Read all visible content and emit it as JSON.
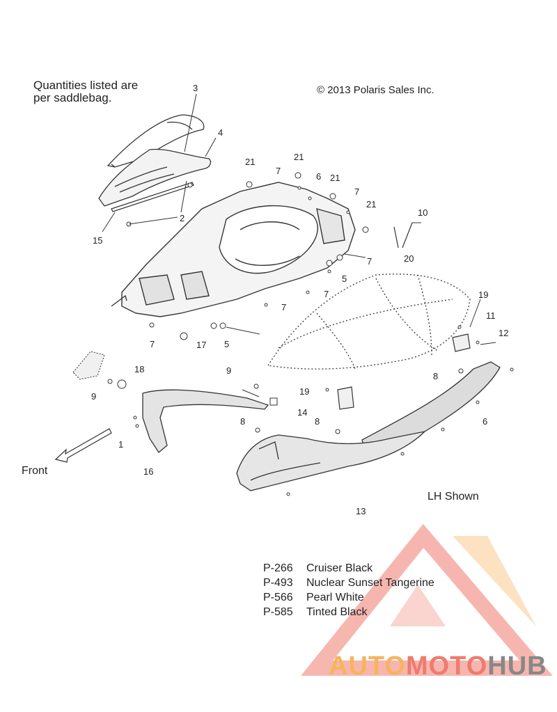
{
  "notes": {
    "quantities_line1": "Quantities listed are",
    "quantities_line2": "per saddlebag.",
    "copyright": "© 2013 Polaris Sales Inc.",
    "view": "LH Shown",
    "front": "Front"
  },
  "callouts": [
    {
      "id": "c3",
      "label": "3"
    },
    {
      "id": "c4",
      "label": "4"
    },
    {
      "id": "c2",
      "label": "2"
    },
    {
      "id": "c15",
      "label": "15"
    },
    {
      "id": "c21a",
      "label": "21"
    },
    {
      "id": "c21b",
      "label": "21"
    },
    {
      "id": "c21c",
      "label": "21"
    },
    {
      "id": "c21d",
      "label": "21"
    },
    {
      "id": "c7a",
      "label": "7"
    },
    {
      "id": "c6a",
      "label": "6"
    },
    {
      "id": "c7b",
      "label": "7"
    },
    {
      "id": "c10",
      "label": "10"
    },
    {
      "id": "c20",
      "label": "20"
    },
    {
      "id": "c7c",
      "label": "7"
    },
    {
      "id": "c5a",
      "label": "5"
    },
    {
      "id": "c7d",
      "label": "7"
    },
    {
      "id": "c7e",
      "label": "7"
    },
    {
      "id": "c19a",
      "label": "19"
    },
    {
      "id": "c11",
      "label": "11"
    },
    {
      "id": "c12",
      "label": "12"
    },
    {
      "id": "c7f",
      "label": "7"
    },
    {
      "id": "c17",
      "label": "17"
    },
    {
      "id": "c5b",
      "label": "5"
    },
    {
      "id": "c18",
      "label": "18"
    },
    {
      "id": "c9a",
      "label": "9"
    },
    {
      "id": "c9b",
      "label": "9"
    },
    {
      "id": "c8a",
      "label": "8"
    },
    {
      "id": "c19b",
      "label": "19"
    },
    {
      "id": "c14",
      "label": "14"
    },
    {
      "id": "c6b",
      "label": "6"
    },
    {
      "id": "c8b",
      "label": "8"
    },
    {
      "id": "c8c",
      "label": "8"
    },
    {
      "id": "c1",
      "label": "1"
    },
    {
      "id": "c16",
      "label": "16"
    },
    {
      "id": "c13",
      "label": "13"
    }
  ],
  "paint_codes": [
    {
      "code": "P-266",
      "name": "Cruiser Black"
    },
    {
      "code": "P-493",
      "name": "Nuclear Sunset Tangerine"
    },
    {
      "code": "P-566",
      "name": "Pearl White"
    },
    {
      "code": "P-585",
      "name": "Tinted Black"
    }
  ],
  "watermark": {
    "part1": "AUTO",
    "part2": "MOTO",
    "part3": "HUB",
    "colors": {
      "auto": "#f7b45e",
      "moto": "#ef7b6e",
      "hub": "#888888"
    }
  }
}
